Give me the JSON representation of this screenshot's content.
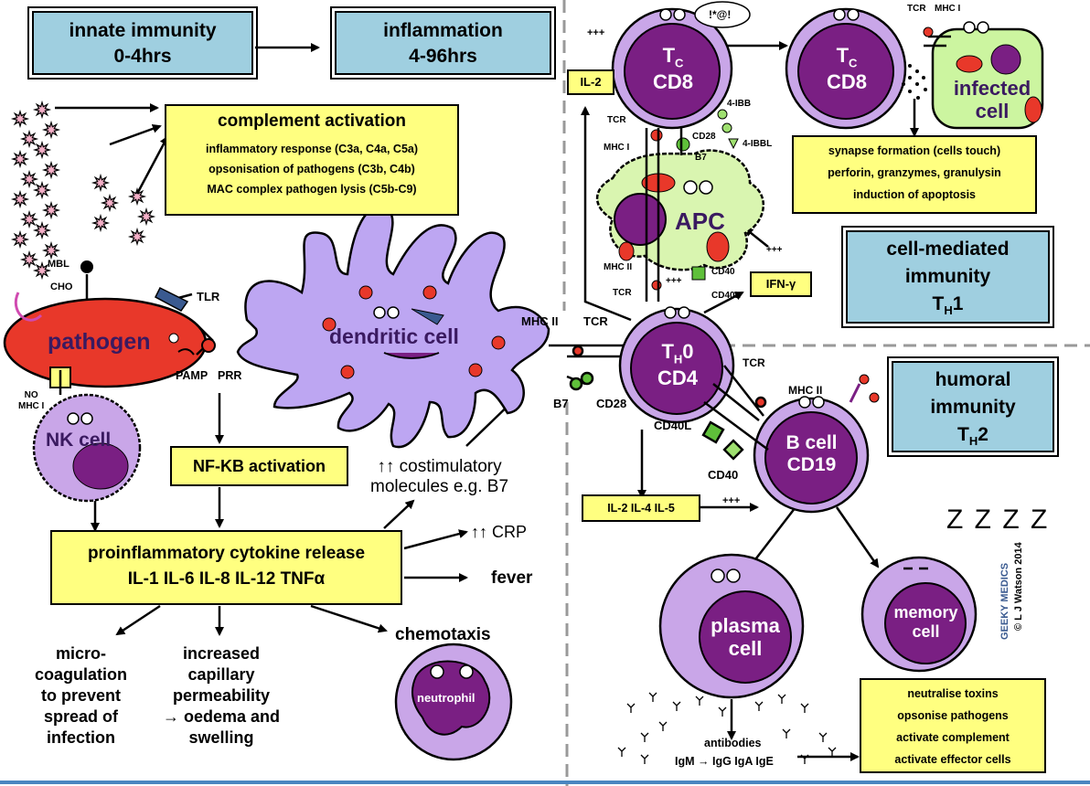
{
  "colors": {
    "purple_dark": "#7a1f83",
    "purple_light": "#c9a6e8",
    "dendritic": "#bda6f2",
    "apc_green": "#d9f5b0",
    "infected_green": "#ccf5a0",
    "red": "#e8382a",
    "yellow": "#ffff80",
    "blue": "#9fcfe0",
    "green_marker": "#5fc03a"
  },
  "boxes": {
    "innate": {
      "line1": "innate immunity",
      "line2": "0-4hrs"
    },
    "inflammation": {
      "line1": "inflammation",
      "line2": "4-96hrs"
    },
    "cell_mediated": {
      "line1": "cell-mediated",
      "line2": "immunity",
      "line3": "T",
      "line3_sub": "H",
      "line3_end": "1"
    },
    "humoral": {
      "line1": "humoral",
      "line2": "immunity",
      "line3": "T",
      "line3_sub": "H",
      "line3_end": "2"
    }
  },
  "complement": {
    "title": "complement activation",
    "items": [
      "inflammatory response (C3a, C4a, C5a)",
      "opsonisation of pathogens (C3b, C4b)",
      "MAC complex pathogen lysis (C5b-C9)"
    ]
  },
  "nfkb": "NF-KB activation",
  "cytokine": {
    "line1": "proinflammatory cytokine release",
    "line2": "IL-1  IL-6  IL-8  IL-12  TNFα"
  },
  "outcomes": {
    "costim": {
      "line1": "↑↑ costimulatory",
      "line2": "molecules e.g. B7"
    },
    "crp": "↑↑ CRP",
    "fever": "fever",
    "chemotaxis": "chemotaxis",
    "coag": [
      "micro-",
      "coagulation",
      "to prevent",
      "spread of",
      "infection"
    ],
    "capillary": [
      "increased",
      "capillary",
      "permeability",
      "→ oedema and",
      "swelling"
    ]
  },
  "cells": {
    "pathogen": "pathogen",
    "dendritic": "dendritic cell",
    "nk": "NK cell",
    "neutrophil": "neutrophil",
    "apc": "APC",
    "tc1": {
      "main": "T",
      "sub": "C",
      "line2": "CD8"
    },
    "tc2": {
      "main": "T",
      "sub": "C",
      "line2": "CD8"
    },
    "infected": {
      "line1": "infected",
      "line2": "cell"
    },
    "th0": {
      "main": "T",
      "sub": "H",
      "main2": "0",
      "line2": "CD4"
    },
    "bcell": {
      "line1": "B cell",
      "line2": "CD19"
    },
    "plasma": {
      "line1": "plasma",
      "line2": "cell"
    },
    "memory": {
      "line1": "memory",
      "line2": "cell"
    }
  },
  "labels": {
    "mbl": "MBL",
    "cho": "CHO",
    "tlr": "TLR",
    "pamp": "PAMP",
    "prr": "PRR",
    "no_mhc": "NO",
    "no_mhc2": "MHC I",
    "mhc2_dc": "MHC II",
    "tcr_dc": "TCR",
    "b7": "B7",
    "cd28": "CD28",
    "plus_top": "+++",
    "il2_top": "IL-2",
    "tcr_apc": "TCR",
    "mhc1_apc": "MHC I",
    "cd28_apc": "CD28",
    "b7_apc": "B7",
    "ibb": "4-IBB",
    "ibbl": "4-IBBL",
    "mhc2_apc": "MHC II",
    "tcr_apc2": "TCR",
    "cd40": "CD40",
    "cd40l": "CD40L",
    "plus_apc": "+++",
    "ifn": "IFN-γ",
    "plus_ifn": "+++",
    "tcr_inf": "TCR",
    "mhc1_inf": "MHC I",
    "tcr_b": "TCR",
    "mhc2_b": "MHC II",
    "cd40l_b": "CD40L",
    "cd40_b": "CD40",
    "il_box": "IL-2  IL-4  IL-5",
    "plus_il": "+++",
    "antibodies": "antibodies",
    "ig": "IgM → IgG  IgA  IgE",
    "speech": "!*@!",
    "zzz": "Z Z Z Z",
    "credit": "© L J Watson 2014",
    "brand": "GEEKY MEDICS"
  },
  "synapse": {
    "items": [
      "synapse formation (cells touch)",
      "perforin, granzymes, granulysin",
      "induction of apoptosis"
    ]
  },
  "effects": {
    "items": [
      "neutralise toxins",
      "opsonise pathogens",
      "activate complement",
      "activate effector cells"
    ]
  }
}
